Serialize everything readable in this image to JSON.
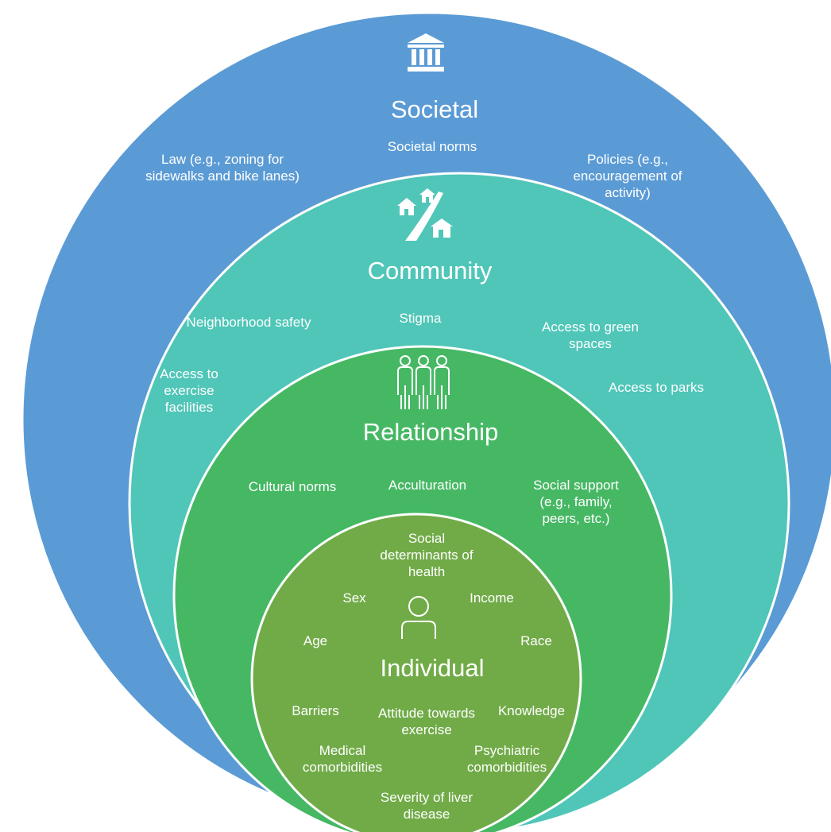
{
  "colors": {
    "societal": "#5b9bd5",
    "community": "#4fc6b8",
    "relationship": "#46b864",
    "individual": "#71ab48",
    "ring_stroke": "#ffffff",
    "text": "#ffffff"
  },
  "levels": {
    "societal": {
      "icon": "government-building-icon",
      "title": "Societal",
      "items": [
        "Societal norms",
        "Law (e.g., zoning for\nsidewalks and bike lanes)",
        "Policies (e.g.,\nencouragement of\nactivity)"
      ]
    },
    "community": {
      "icon": "neighborhood-road-icon",
      "title": "Community",
      "items": [
        "Neighborhood safety",
        "Stigma",
        "Access to green\nspaces",
        "Access to\nexercise\nfacilities",
        "Access to parks"
      ]
    },
    "relationship": {
      "icon": "people-group-icon",
      "title": "Relationship",
      "items": [
        "Cultural norms",
        "Acculturation",
        "Social support\n(e.g., family,\npeers, etc.)"
      ]
    },
    "individual": {
      "icon": "person-icon",
      "title": "Individual",
      "items": [
        "Social\ndeterminants of\nhealth",
        "Sex",
        "Income",
        "Age",
        "Race",
        "Barriers",
        "Attitude towards\nexercise",
        "Knowledge",
        "Medical\ncomorbidities",
        "Psychiatric\ncomorbidities",
        "Severity of liver\ndisease"
      ]
    }
  }
}
